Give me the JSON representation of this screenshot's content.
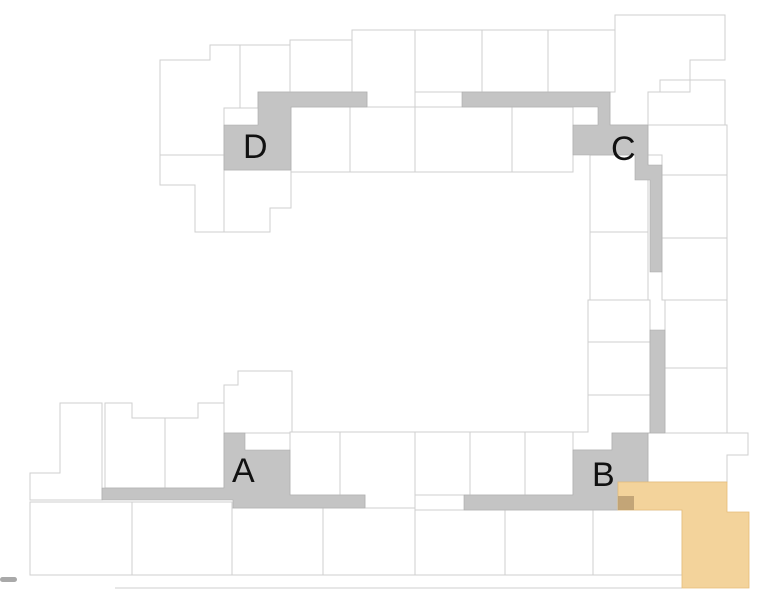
{
  "map": {
    "wing_labels": [
      "A",
      "B",
      "C",
      "D"
    ],
    "colors": {
      "corridor": "#c4c4c4",
      "highlighted_unit": "#f3d39b",
      "room_outline": "#cfcfcf"
    }
  }
}
